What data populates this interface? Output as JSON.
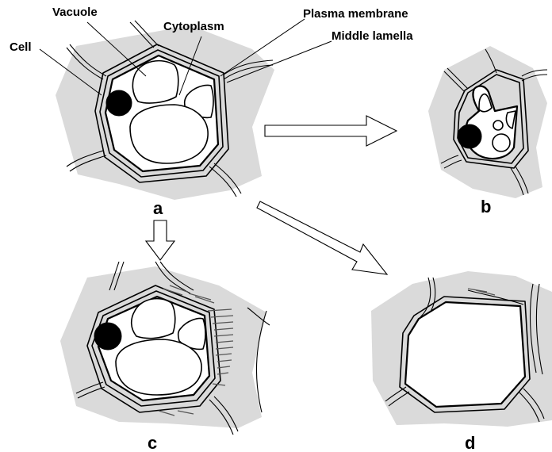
{
  "labels": {
    "vacuole": "Vacuole",
    "cytoplasm": "Cytoplasm",
    "plasma_membrane": "Plasma membrane",
    "middle_lamella": "Middle lamella",
    "cell": "Cell"
  },
  "panels": {
    "a": "a",
    "b": "b",
    "c": "c",
    "d": "d"
  },
  "colors": {
    "background": "#ffffff",
    "neighbor_fill": "#dadada",
    "outline": "#000000",
    "nucleus": "#000000"
  }
}
